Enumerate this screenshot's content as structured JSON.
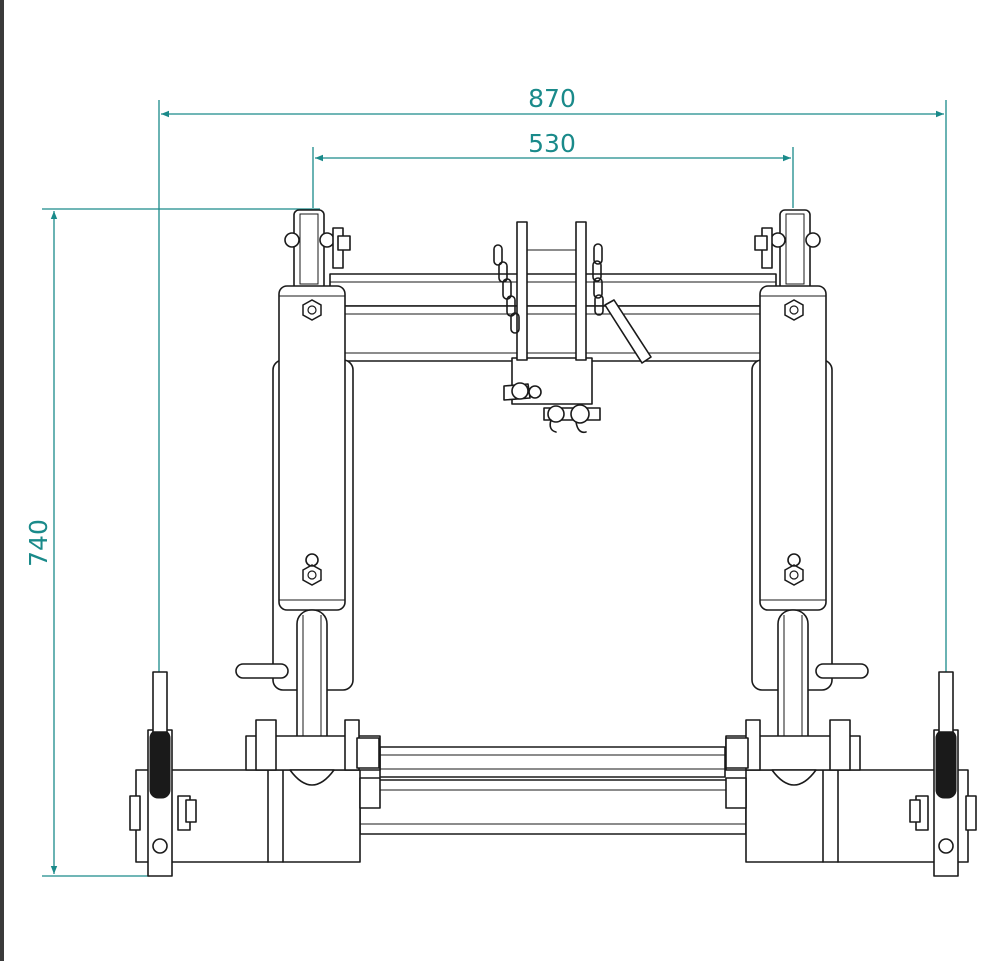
{
  "dimensions": {
    "overall_width": "870",
    "inner_width": "530",
    "height": "740"
  },
  "colors": {
    "dimension": "#1a8a8a",
    "line": "#1a1a1a",
    "background": "#ffffff"
  }
}
